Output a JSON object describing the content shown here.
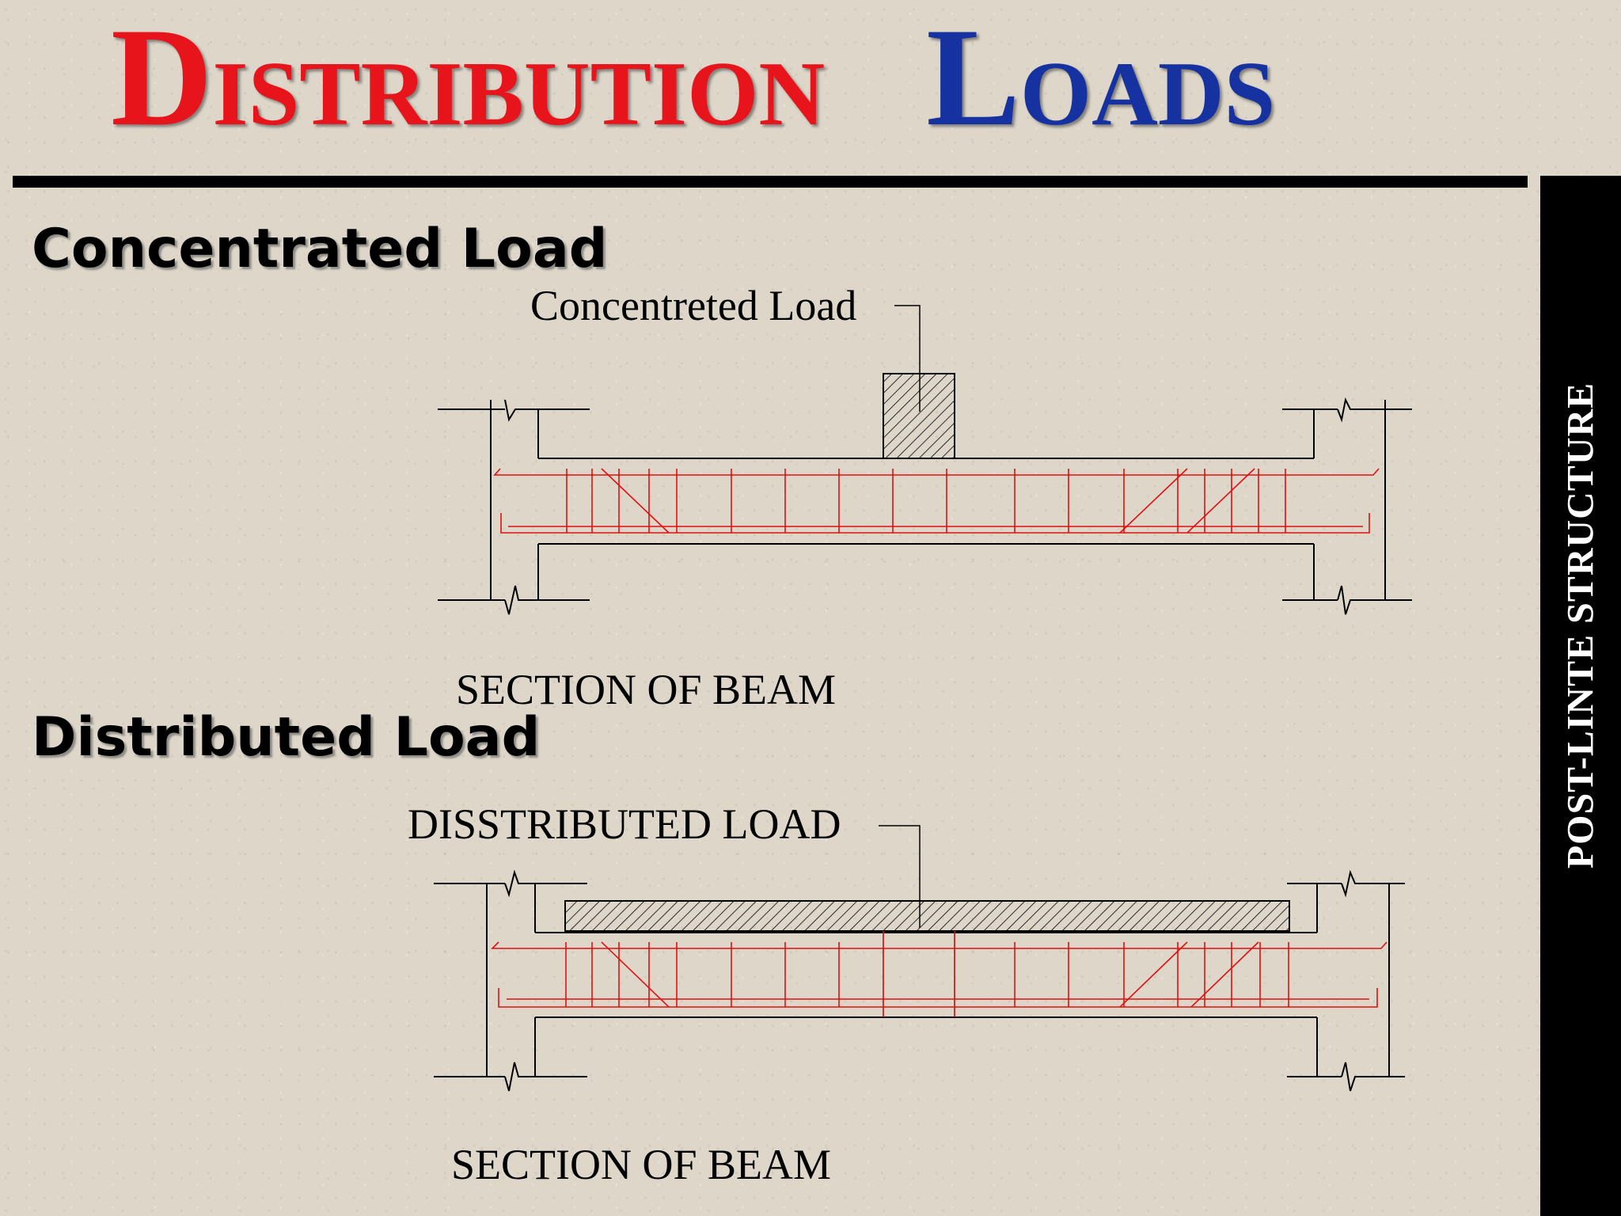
{
  "title": {
    "word1_initial": "D",
    "word1_rest": "ISTRIBUTION",
    "word2_initial": "L",
    "word2_rest": "OADS",
    "color_word1": "#e8141b",
    "color_word2": "#1532a0"
  },
  "side_label": "POST-LINTE  STRUCTURE",
  "sections": {
    "concentrated": {
      "heading": "Concentrated Load",
      "load_label": "Concentreted Load",
      "caption": "SECTION OF BEAM"
    },
    "distributed": {
      "heading": "Distributed Load",
      "load_label": "DISSTRIBUTED  LOAD",
      "caption": "SECTION OF BEAM"
    }
  },
  "colors": {
    "rebar": "#e01010",
    "outline": "#000000",
    "background": "#ddd6c9"
  }
}
